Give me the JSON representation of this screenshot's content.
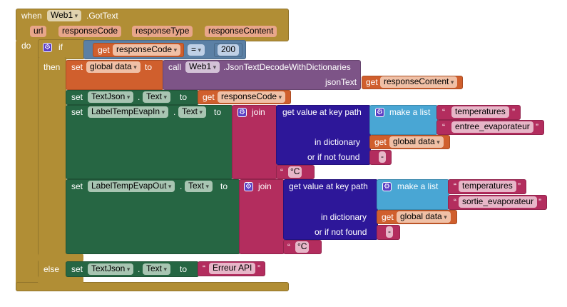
{
  "event": {
    "when": "when",
    "component": "Web1",
    "event_name": ".GotText",
    "params": [
      "url",
      "responseCode",
      "responseType",
      "responseContent"
    ],
    "do": "do"
  },
  "if_block": {
    "if": "if",
    "then": "then",
    "else": "else",
    "condition": {
      "get": "get",
      "var": "responseCode",
      "op": "=",
      "value": "200"
    }
  },
  "set_global": {
    "set": "set",
    "var": "global data",
    "to": "to",
    "call": "call",
    "component": "Web1",
    "method": ".JsonTextDecodeWithDictionaries",
    "arg_label": "jsonText",
    "get": "get",
    "arg_var": "responseContent"
  },
  "set_textjson": {
    "set": "set",
    "component": "TextJson",
    "dot": ".",
    "prop": "Text",
    "to": "to",
    "get": "get",
    "var": "responseCode"
  },
  "set_in": {
    "set": "set",
    "component": "LabelTempEvapIn",
    "dot": ".",
    "prop": "Text",
    "to": "to",
    "join": "join",
    "key_path": "get value at key path",
    "make_list": "make a list",
    "items": [
      "temperatures",
      "entree_evaporateur"
    ],
    "in_dict": "in dictionary",
    "get": "get",
    "dict_var": "global data",
    "not_found": "or if not found",
    "default": "-",
    "suffix": "°C"
  },
  "set_out": {
    "set": "set",
    "component": "LabelTempEvapOut",
    "dot": ".",
    "prop": "Text",
    "to": "to",
    "join": "join",
    "key_path": "get value at key path",
    "make_list": "make a list",
    "items": [
      "temperatures",
      "sortie_evaporateur"
    ],
    "in_dict": "in dictionary",
    "get": "get",
    "dict_var": "global data",
    "not_found": "or if not found",
    "default": "-",
    "suffix": "°C"
  },
  "set_else": {
    "set": "set",
    "component": "TextJson",
    "dot": ".",
    "prop": "Text",
    "to": "to",
    "value": "Erreur API"
  },
  "quote_open": "“",
  "quote_close": "”"
}
